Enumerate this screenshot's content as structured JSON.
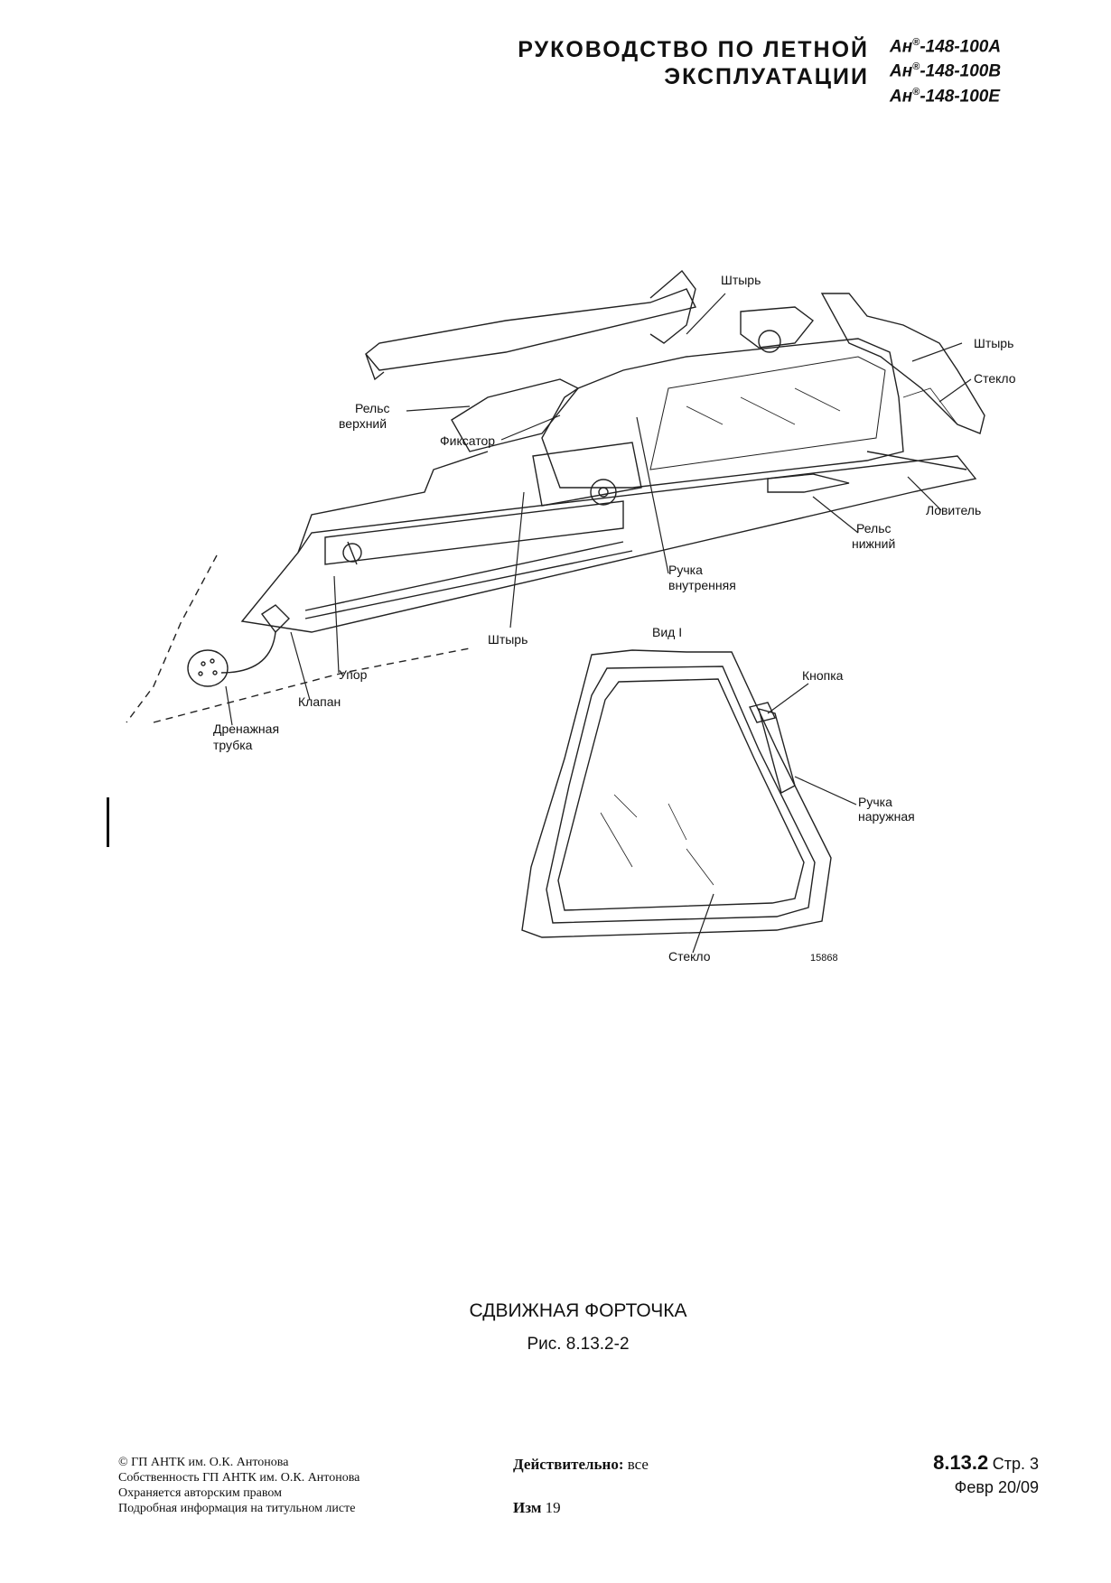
{
  "header": {
    "title_line1": "РУКОВОДСТВО ПО ЛЕТНОЙ",
    "title_line2": "ЭКСПЛУАТАЦИИ",
    "models": [
      {
        "prefix": "Ан",
        "mark": "®",
        "suffix": "-148-100A"
      },
      {
        "prefix": "Ан",
        "mark": "®",
        "suffix": "-148-100B"
      },
      {
        "prefix": "Ан",
        "mark": "®",
        "suffix": "-148-100E"
      }
    ]
  },
  "figure": {
    "labels": {
      "pin_top": "Штырь",
      "pin_right": "Штырь",
      "glass_top": "Стекло",
      "rail_upper_1": "Рельс",
      "rail_upper_2": "верхний",
      "latch": "Фиксатор",
      "catcher": "Ловитель",
      "rail_lower_1": "Рельс",
      "rail_lower_2": "нижний",
      "handle_inner_1": "Ручка",
      "handle_inner_2": "внутренняя",
      "pin_bottom": "Штырь",
      "stop": "Упор",
      "valve": "Клапан",
      "drain_1": "Дренажная",
      "drain_2": "трубка",
      "view": "Вид I",
      "button": "Кнопка",
      "handle_outer_1": "Ручка",
      "handle_outer_2": "наружная",
      "glass_bottom": "Стекло",
      "fig_code": "15868"
    },
    "caption_title": "СДВИЖНАЯ ФОРТОЧКА",
    "caption_number": "Рис. 8.13.2-2"
  },
  "footer": {
    "left": [
      "© ГП АНТК им. О.К. Антонова",
      "Собственность ГП АНТК им. О.К. Антонова",
      "Охраняется авторским правом",
      "Подробная информация на титульном листе"
    ],
    "valid_label": "Действительно:",
    "valid_value": "все",
    "rev_label": "Изм",
    "rev_value": "19",
    "section": "8.13.2",
    "page_label": "Стр. 3",
    "date": "Февр 20/09"
  }
}
